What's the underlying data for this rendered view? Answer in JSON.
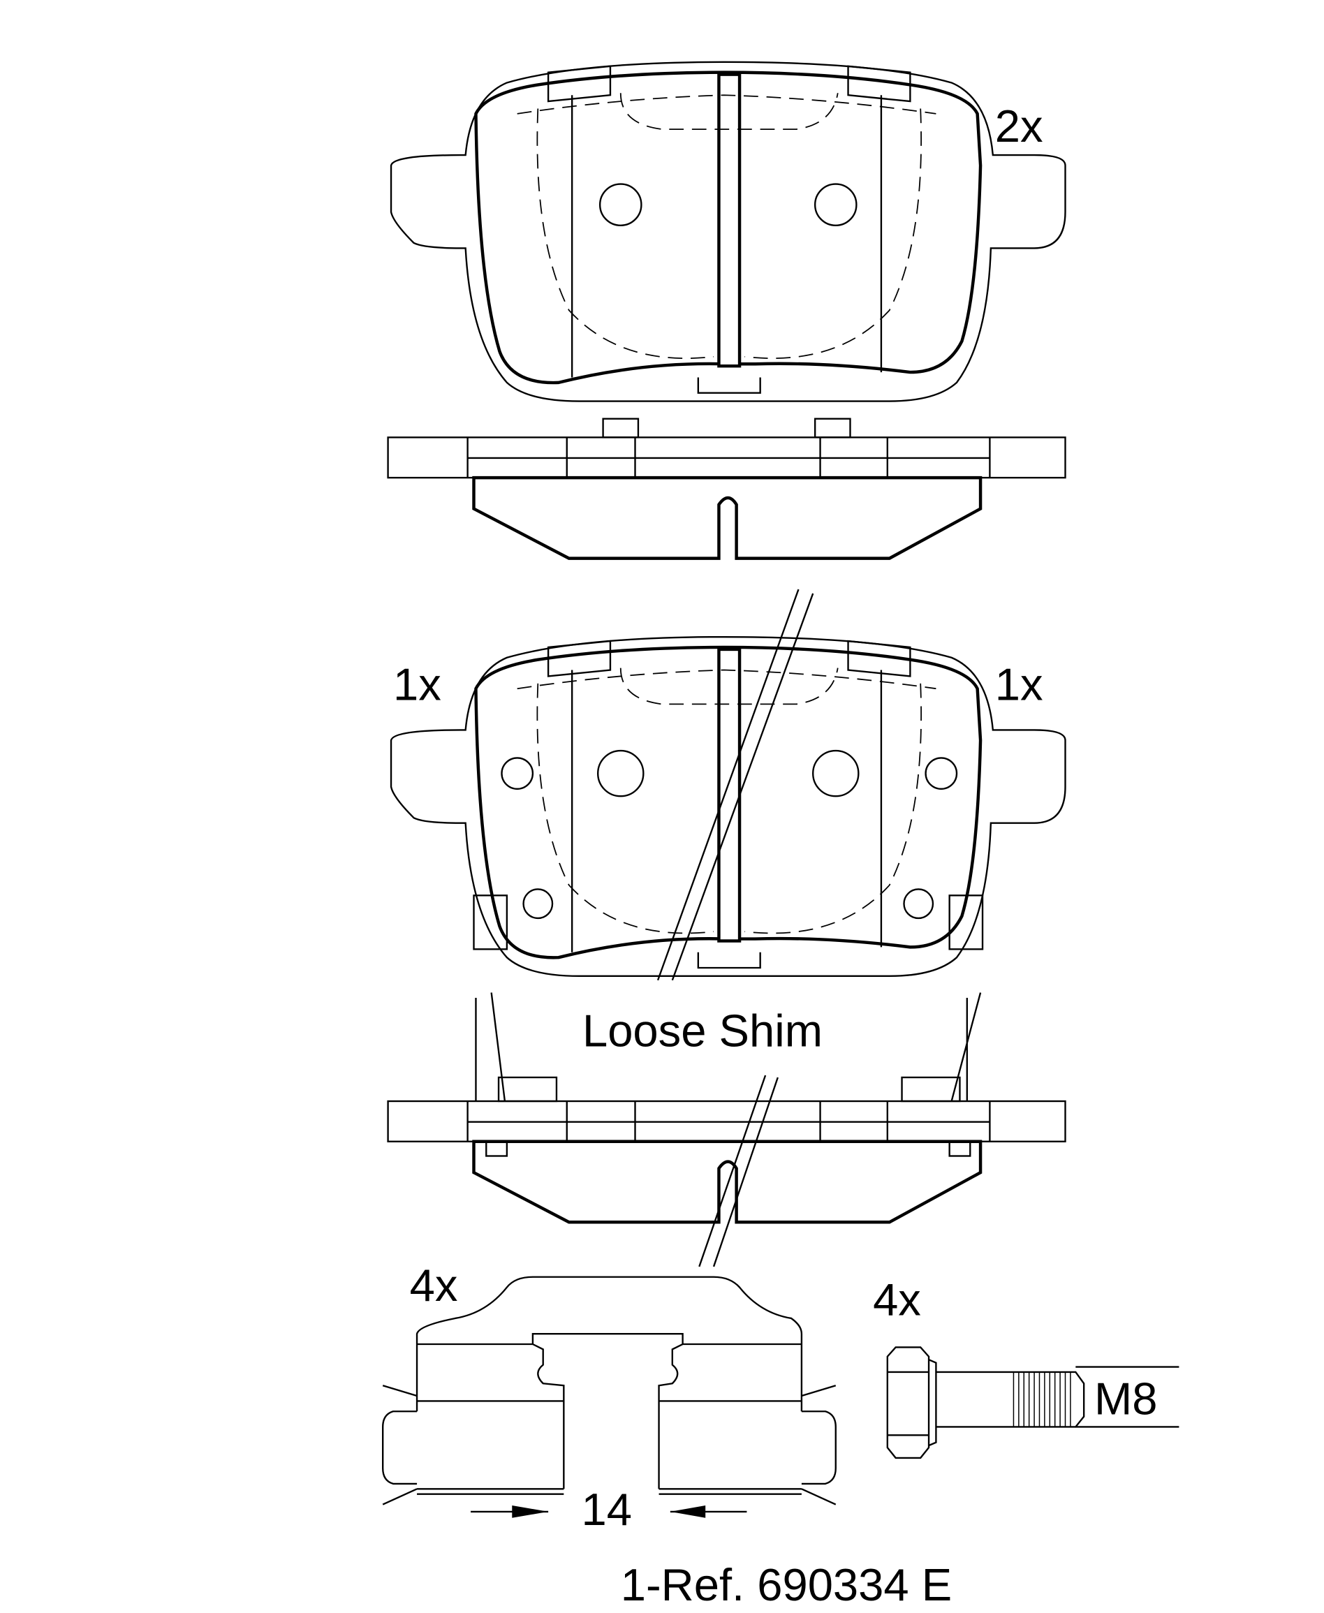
{
  "drawing": {
    "pad_outer_qty": "2x",
    "pad_inner_left_qty": "1x",
    "pad_inner_right_qty": "1x",
    "shim_label": "Loose Shim",
    "clip_qty": "4x",
    "bolt_qty": "4x",
    "bolt_thread": "M8",
    "clip_dimension": "14",
    "reference": "1-Ref. 690334 E"
  },
  "colors": {
    "line": "#000000",
    "background": "#ffffff"
  }
}
